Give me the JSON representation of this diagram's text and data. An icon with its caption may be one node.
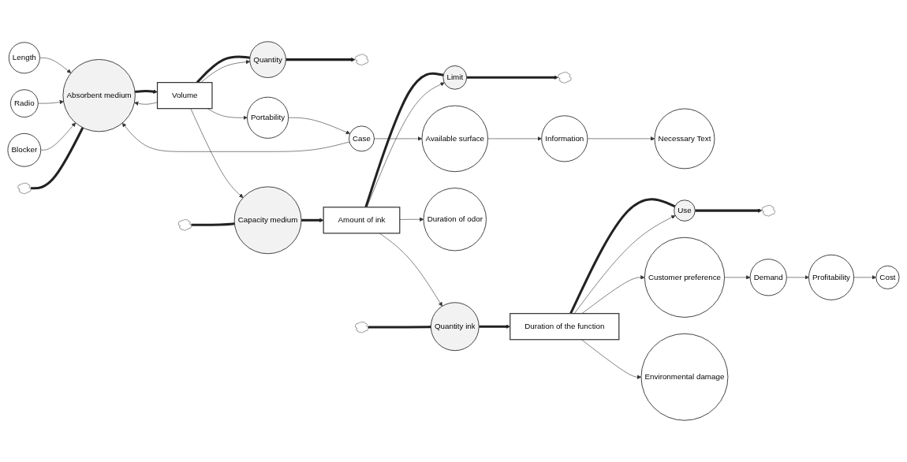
{
  "diagram": {
    "nodes": [
      {
        "text": [
          "Case"
        ]
      },
      {
        "text": [
          "Available surface"
        ]
      },
      {
        "text": [
          "Information"
        ]
      },
      {
        "text": [
          "Necessary Text"
        ]
      },
      {
        "text": [
          "Length"
        ]
      },
      {
        "text": [
          "Radio"
        ]
      },
      {
        "text": [],
        "shape": "cloud"
      },
      {
        "text": [
          "Absorbent medium"
        ]
      },
      {
        "text": [
          "Volume"
        ]
      },
      {
        "text": [
          "Quantity"
        ]
      },
      {
        "text": [],
        "shape": "cloud"
      },
      {
        "text": [
          "Blocker"
        ]
      },
      {
        "text": [
          "Portability"
        ]
      },
      {
        "text": [],
        "shape": "cloud"
      },
      {
        "text": [
          "Capacity medium"
        ]
      },
      {
        "text": [
          "Amount of ink"
        ]
      },
      {
        "text": [
          "Limit"
        ]
      },
      {
        "text": [],
        "shape": "cloud"
      },
      {
        "text": [
          "Duration of odor"
        ]
      },
      {
        "text": [
          "Profitability"
        ]
      },
      {
        "text": [
          "Demand"
        ]
      },
      {
        "text": [
          "Cost"
        ]
      },
      {
        "text": [
          "Duration of the function"
        ]
      },
      {
        "text": [
          "Customer preference"
        ]
      },
      {
        "text": [],
        "shape": "cloud"
      },
      {
        "text": [
          "Quantity ink"
        ]
      },
      {
        "text": [
          "Use"
        ]
      },
      {
        "text": [],
        "shape": "cloud"
      },
      {
        "text": [
          "Environmental damage"
        ]
      }
    ],
    "edges": [
      {
        "from": 0,
        "to": 1,
        "arrow": "to"
      },
      {
        "from": 1,
        "to": 2,
        "arrow": "to"
      },
      {
        "from": 2,
        "to": 3,
        "arrow": "to"
      },
      {
        "from": 0,
        "to": 7,
        "arrow": "to"
      },
      {
        "from": 4,
        "to": 7,
        "arrow": "to"
      },
      {
        "from": 5,
        "to": 7,
        "arrow": "to"
      },
      {
        "from": 11,
        "to": 7,
        "arrow": "to"
      },
      {
        "from": 8,
        "to": 7,
        "arrow": "to"
      },
      {
        "from": 6,
        "to": 7,
        "arrow": "none",
        "style": "thick"
      },
      {
        "from": 7,
        "to": 8,
        "arrow": "to",
        "style": "thick"
      },
      {
        "from": 8,
        "to": 9,
        "arrow": "none",
        "style": "thick"
      },
      {
        "from": 9,
        "to": 10,
        "arrow": "to",
        "style": "thick"
      },
      {
        "from": 8,
        "to": 9,
        "arrow": "to"
      },
      {
        "from": 8,
        "to": 12,
        "arrow": "to"
      },
      {
        "from": 12,
        "to": 0,
        "arrow": "to"
      },
      {
        "from": 8,
        "to": 14,
        "arrow": "to"
      },
      {
        "from": 13,
        "to": 14,
        "arrow": "none",
        "style": "thick"
      },
      {
        "from": 14,
        "to": 15,
        "arrow": "to",
        "style": "thick"
      },
      {
        "from": 15,
        "to": 16,
        "arrow": "none",
        "style": "thick"
      },
      {
        "from": 16,
        "to": 17,
        "arrow": "to",
        "style": "thick"
      },
      {
        "from": 15,
        "to": 16,
        "arrow": "to"
      },
      {
        "from": 15,
        "to": 18,
        "arrow": "to"
      },
      {
        "from": 15,
        "to": 25,
        "arrow": "to"
      },
      {
        "from": 24,
        "to": 25,
        "arrow": "none",
        "style": "thick"
      },
      {
        "from": 25,
        "to": 22,
        "arrow": "to",
        "style": "thick"
      },
      {
        "from": 22,
        "to": 26,
        "arrow": "none",
        "style": "thick"
      },
      {
        "from": 26,
        "to": 27,
        "arrow": "to",
        "style": "thick"
      },
      {
        "from": 22,
        "to": 26,
        "arrow": "to"
      },
      {
        "from": 22,
        "to": 23,
        "arrow": "to"
      },
      {
        "from": 22,
        "to": 28,
        "arrow": "to"
      },
      {
        "from": 23,
        "to": 20,
        "arrow": "to"
      },
      {
        "from": 20,
        "to": 19,
        "arrow": "to"
      },
      {
        "from": 19,
        "to": 21,
        "arrow": "to"
      }
    ]
  }
}
